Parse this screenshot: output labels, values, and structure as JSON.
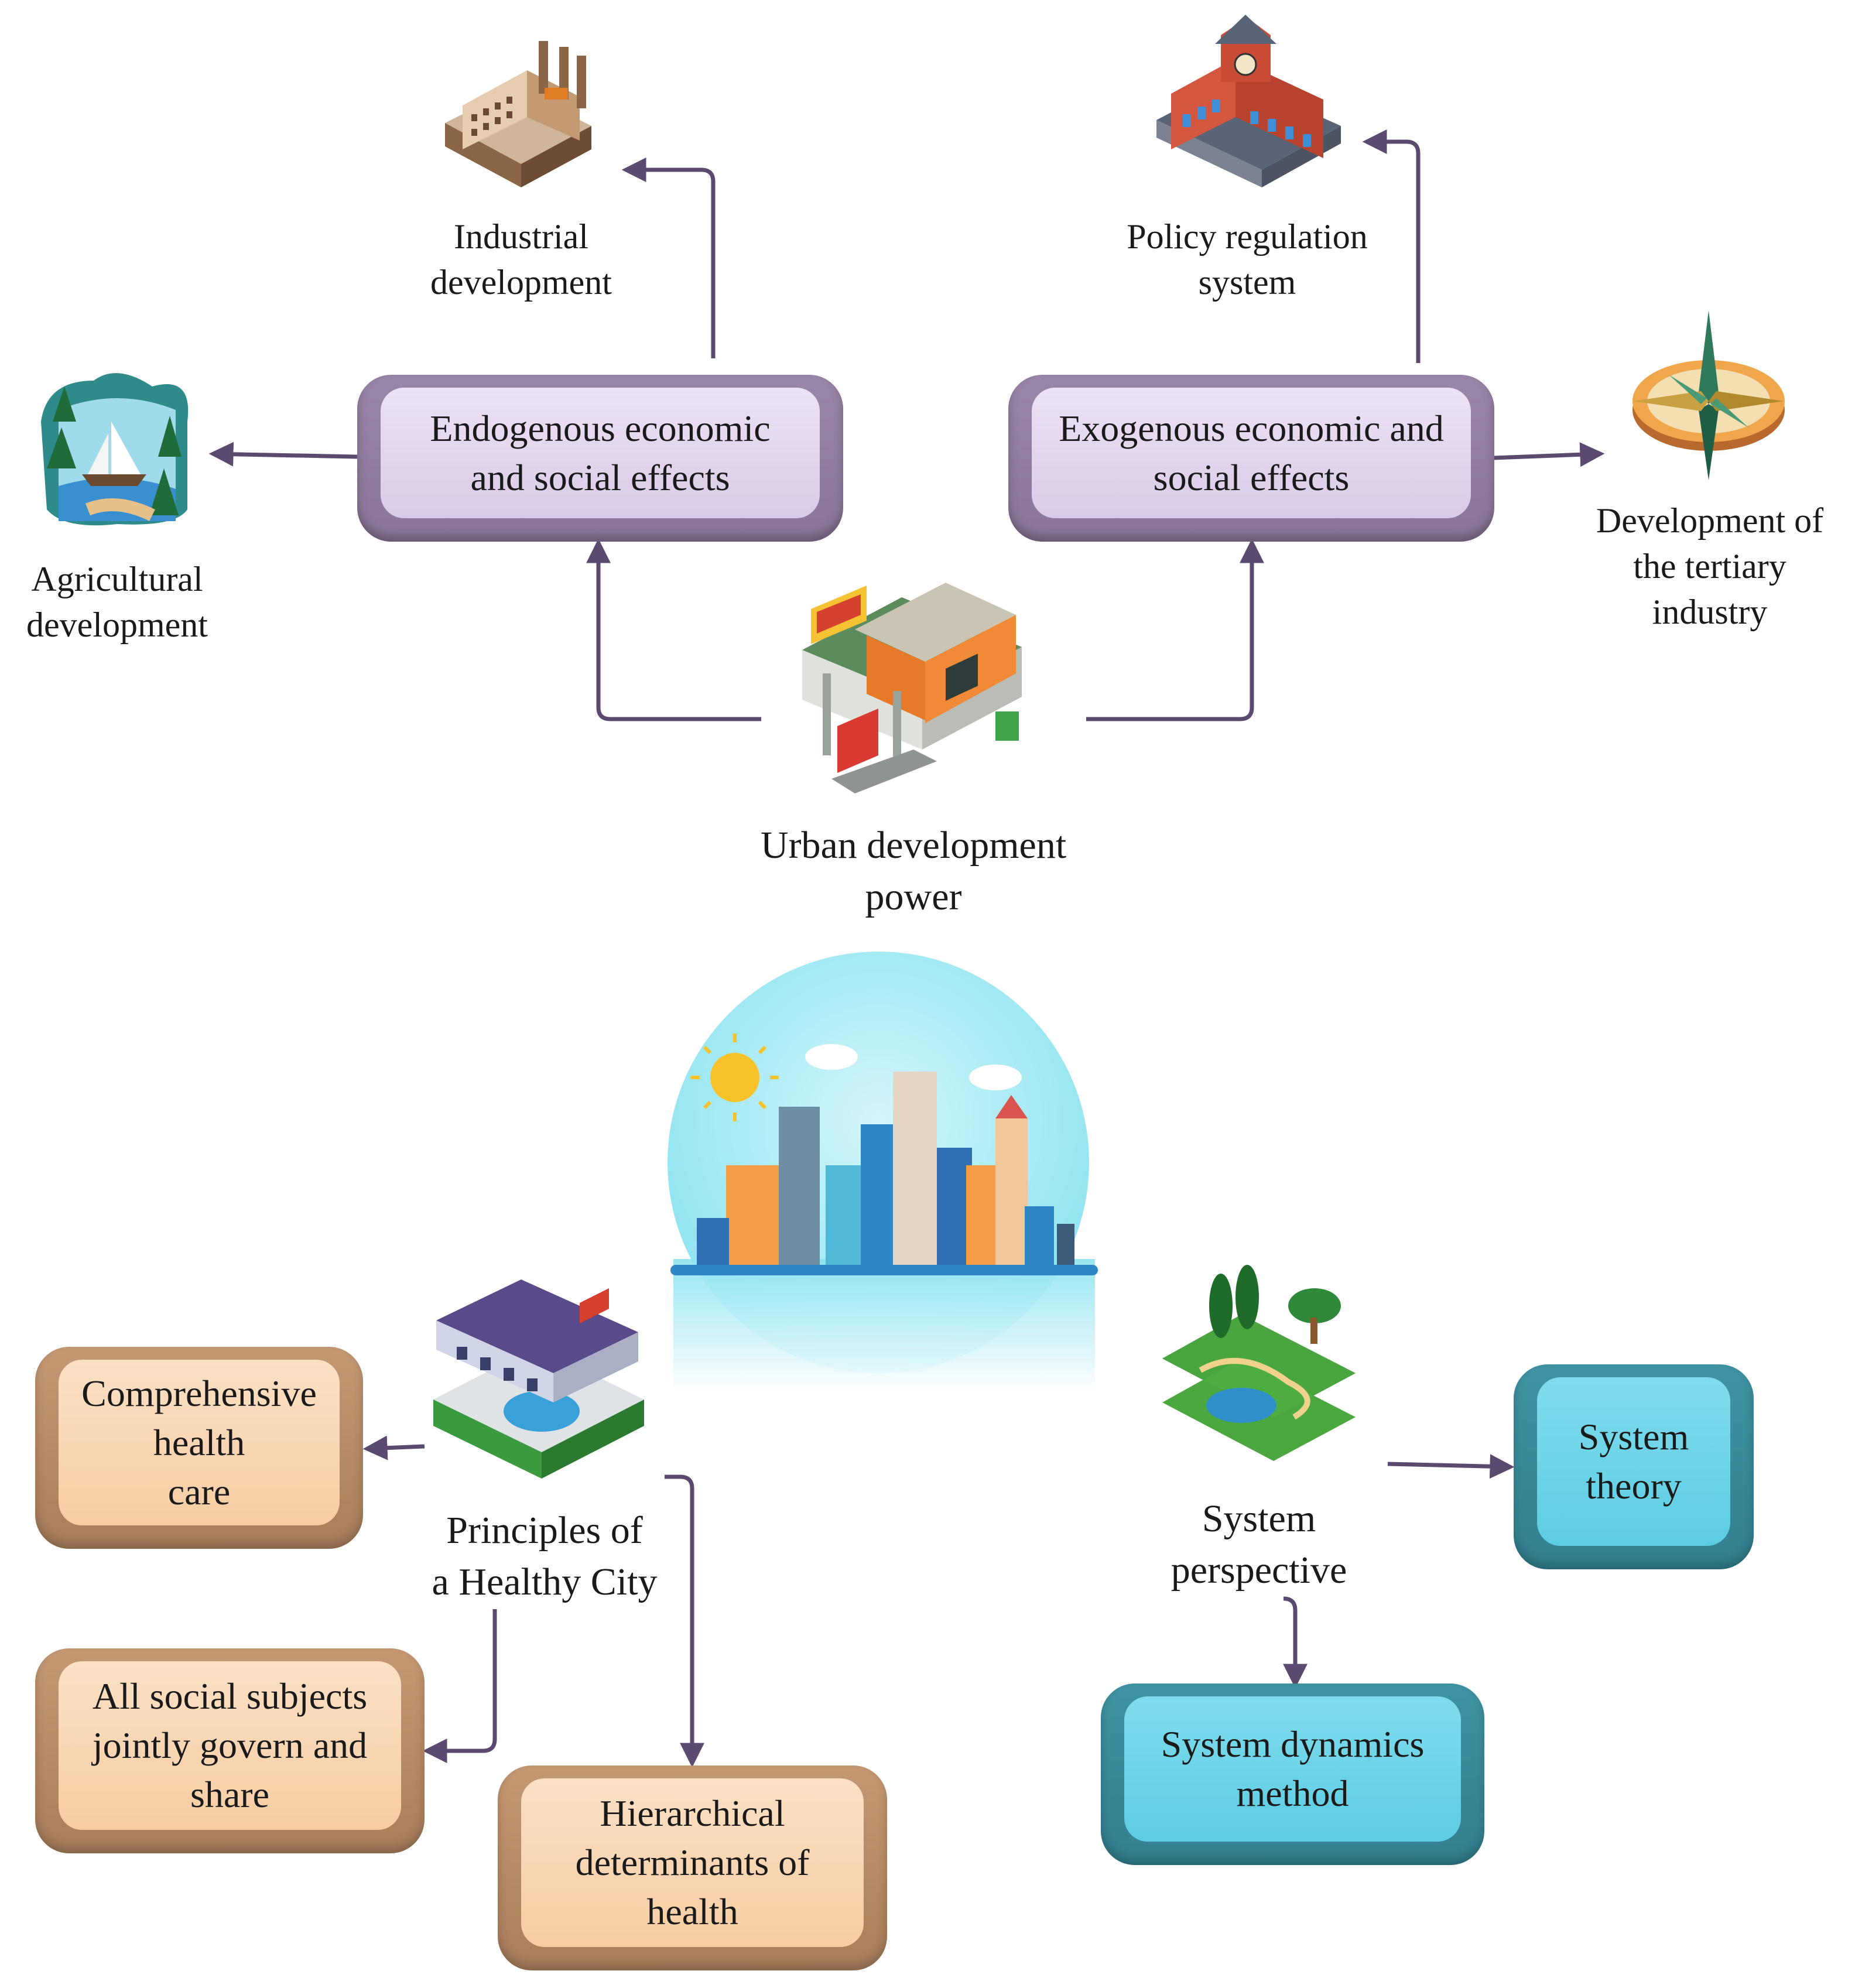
{
  "colors": {
    "arrow": "#5b4a70",
    "purple_box_face": "#e3d6ee",
    "purple_box_frame": "#8f7b9d",
    "orange_box_face": "#f8d4ae",
    "orange_box_frame": "#b88a66",
    "teal_box_face": "#6ed3e8",
    "teal_box_frame": "#3a8a9a"
  },
  "labels": {
    "industrial": "Industrial\ndevelopment",
    "policy": "Policy regulation\nsystem",
    "agricultural": "Agricultural\ndevelopment",
    "tertiary": "Development of\nthe tertiary\nindustry",
    "urban_power": "Urban development\npower",
    "healthy_city": "Principles of\na Healthy City",
    "system_perspective": "System\nperspective"
  },
  "boxes": {
    "endogenous": "Endogenous economic\nand social effects",
    "exogenous": "Exogenous economic and\nsocial effects",
    "comprehensive": "Comprehensive\nhealth\ncare",
    "social_subjects": "All social subjects\njointly govern and\nshare",
    "hierarchical": "Hierarchical\ndeterminants of\nhealth",
    "system_theory": "System\ntheory",
    "system_dynamics": "System dynamics\nmethod"
  },
  "icons": {
    "factory": "factory-icon",
    "town_hall": "town-hall-icon",
    "lake_landscape": "lake-landscape-icon",
    "compass": "compass-icon",
    "gas_station": "gas-station-icon",
    "city_skyline": "city-skyline-icon",
    "pool_building": "pool-building-icon",
    "park_map": "park-map-icon"
  }
}
